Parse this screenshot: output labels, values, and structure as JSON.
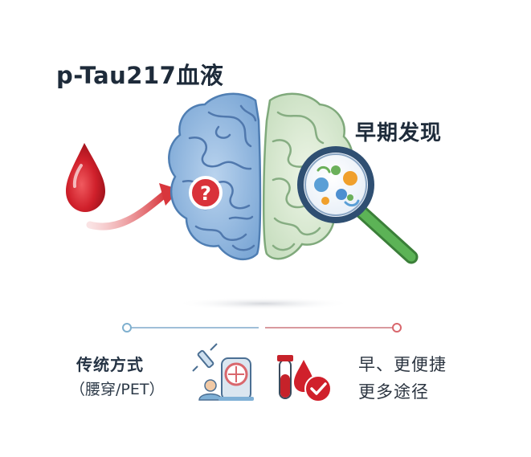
{
  "labels": {
    "title": "p-Tau217血液",
    "early_detection": "早期发现",
    "traditional_title": "传统方式",
    "traditional_sub": "（腰穿/PET）",
    "advantage_line1": "早、更便捷",
    "advantage_line2": "更多途径"
  },
  "icons": {
    "blood_drop": "blood-drop-icon",
    "arrow": "curved-arrow-icon",
    "question": "question-mark-icon",
    "brain_left": "brain-left-hemisphere",
    "brain_right": "brain-right-hemisphere",
    "magnifier": "magnifying-glass-icon",
    "syringe": "syringe-icon",
    "pet_scanner": "pet-scanner-icon",
    "blood_tube": "blood-tube-icon",
    "check_drop": "drop-check-icon"
  },
  "colors": {
    "blood_red": "#d0202b",
    "brain_blue": "#5d8fc4",
    "brain_green": "#9cc29a",
    "magnifier_handle": "#4ea04a",
    "line_left": "#9fbfd8",
    "line_right": "#d99a9e",
    "text_dark": "#1e2b3a"
  }
}
